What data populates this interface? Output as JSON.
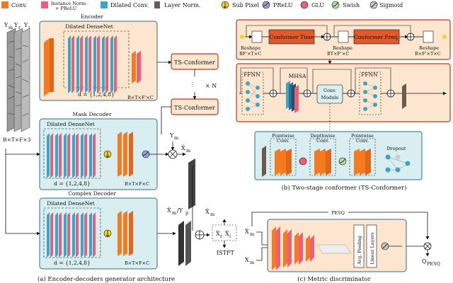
{
  "legend": {
    "conv": "Conv.",
    "instance_norm": "Instance Norm.",
    "prelu_suffix": "+ PReLU",
    "dilated_conv": "Dilated Conv.",
    "layer_norm": "Layer Norm.",
    "sub_pixel": "Sub Pixel",
    "prelu": "PReLU",
    "glu": "GLU",
    "swish": "Swish",
    "sigmoid": "Sigmoid"
  },
  "colors": {
    "conv": "#f47b20",
    "instance_norm": "#e8607a",
    "dilated_conv": "#3aa6c8",
    "layer_norm": "#6b5a4e",
    "encoder_bg": "#fde6cf",
    "decoder_bg": "#d9eef0",
    "ts_bg": "#fde6cf",
    "ts_border": "#c4371a",
    "conformer_block": "#e05a2a",
    "metric_bg": "#fde6cf"
  },
  "left": {
    "input_label_1": "Y",
    "input_sub_1": "m",
    "input_label_2": "Y",
    "input_sub_2": "r",
    "input_label_3": "Y",
    "input_sub_3": "i",
    "input_shape": "B×T×F×3",
    "encoder_title": "Encoder",
    "encoder_densenet": "Dilated DenseNet",
    "encoder_d": "d = {1,2,4,8}",
    "encoder_shape": "B×T×F'×C",
    "ts_conformer_1": "TS-Conformer",
    "ts_conformer_2": "TS-Conformer",
    "repeat": "× N",
    "mask_title": "Mask Decoder",
    "mask_densenet": "Dilated DenseNet",
    "mask_d": "d = {1,2,4,8}",
    "mask_shape": "B×T×F×C",
    "mask_ym": "Y",
    "mask_ym_sub": "m",
    "mask_xm": "X̂",
    "mask_xm_sub": "m",
    "complex_title": "Complex Decoder",
    "complex_densenet": "Dilated DenseNet",
    "complex_d": "d = {1,2,4,8}",
    "complex_shape": "B×T×F×C",
    "complex_xmp": "X̂",
    "complex_xmp_sub": "m",
    "complex_yp": "/Y",
    "complex_yp_sub": "p",
    "complex_xm": "X̂",
    "complex_xm_sub": "m",
    "complex_xr": "X̂",
    "complex_xr_sub": "r",
    "complex_xi": "X̂",
    "complex_xi_sub": "i",
    "istft": "ISTFT",
    "caption": "(a) Encoder-decoders generator architecture"
  },
  "right_top": {
    "reshape_1": "Reshape",
    "reshape_1_shape": "BF'×T×C",
    "conformer_time": "Conformer Time",
    "reshape_2": "Reshape",
    "reshape_2_shape": "BT×F'×C",
    "conformer_freq": "Conformer Freq.",
    "reshape_3": "Reshape",
    "reshape_3_shape": "B×F'×T×C",
    "ffnn_1": "FFNN",
    "mhsa": "MHSA",
    "conv_module": "Conv.",
    "conv_module_2": "Module",
    "ffnn_2": "FFNN",
    "pointwise_1": "Pointwise",
    "pointwise_1b": "Conv.",
    "depthwise": "Depthwise",
    "depthwise_b": "Conv.",
    "pointwise_2": "Pointwise",
    "pointwise_2b": "Conv.",
    "dropout": "Dropout",
    "caption": "(b) Two-stage conformer (TS-Conformer)"
  },
  "right_bottom": {
    "pesq": "PESQ",
    "xm": "X̂",
    "xm_sub": "m",
    "xm2": "X",
    "xm2_sub": "m",
    "avg_pooling": "Avg. Pooling",
    "linear_layers": "Linear Layers",
    "qpesq": "Q",
    "qpesq_sub": "PESQ",
    "caption": "(c) Metric discriminator"
  }
}
